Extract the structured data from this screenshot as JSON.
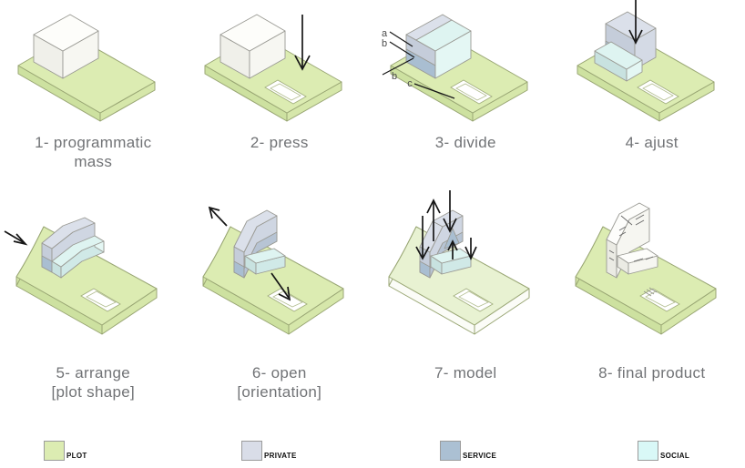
{
  "steps": [
    {
      "caption_line1": "1- programmatic",
      "caption_line2": "mass"
    },
    {
      "caption_line1": "2- press"
    },
    {
      "caption_line1": "3- divide",
      "divide_labels": {
        "a": "a",
        "b_upper": "b",
        "b_lower": "b",
        "c": "c"
      }
    },
    {
      "caption_line1": "4- ajust"
    },
    {
      "caption_line1": "5- arrange",
      "caption_line2": "[plot shape]"
    },
    {
      "caption_line1": "6- open",
      "caption_line2": "[orientation]"
    },
    {
      "caption_line1": "7- model"
    },
    {
      "caption_line1": "8- final product"
    }
  ],
  "legend": [
    {
      "label": "PLOT",
      "color": "#dcecb2"
    },
    {
      "label": "PRIVATE",
      "color": "#d9dde8"
    },
    {
      "label": "SERVICE",
      "color": "#abc0d3"
    },
    {
      "label": "SOCIAL",
      "color": "#d9f8f7"
    }
  ],
  "colors": {
    "plot_top": "#dcecb2",
    "plot_side": "#cde1a0",
    "private": "#d9dde8",
    "service": "#abc0d3",
    "social": "#d9f8f7",
    "outline": "#9a9a94",
    "arrow": "#161616",
    "caption_text": "#717376"
  }
}
